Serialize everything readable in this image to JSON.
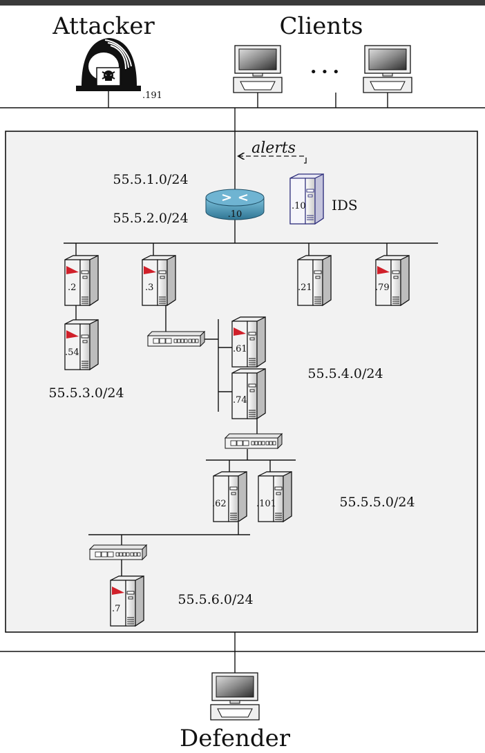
{
  "labels": {
    "attacker": "Attacker",
    "clients": "Clients",
    "defender": "Defender",
    "ids": "IDS",
    "alerts": "alerts",
    "ellipsis": "• • •"
  },
  "subnets": {
    "s1": "55.5.1.0/24",
    "s2": "55.5.2.0/24",
    "s3": "55.5.3.0/24",
    "s4": "55.5.4.0/24",
    "s5": "55.5.5.0/24",
    "s6": "55.5.6.0/24"
  },
  "hosts": {
    "attacker_ip": ".191",
    "router_ip": ".10",
    "ids_ip": ".10",
    "h2": ".2",
    "h3": ".3",
    "h21": ".21",
    "h79": ".79",
    "h54": ".54",
    "h61": ".61",
    "h74": ".74",
    "h62": ".62",
    "h101": ".101",
    "h7": ".7"
  },
  "colors": {
    "top_bar": "#3a3a3a",
    "enclosure_fill": "#f2f2f2",
    "router": "#4f98b8",
    "ids_outline": "#2c2c7a",
    "compromised_flag": "#d0202a"
  },
  "compromised_hosts": [
    ".2",
    ".3",
    ".79",
    ".54",
    ".61",
    ".7"
  ]
}
